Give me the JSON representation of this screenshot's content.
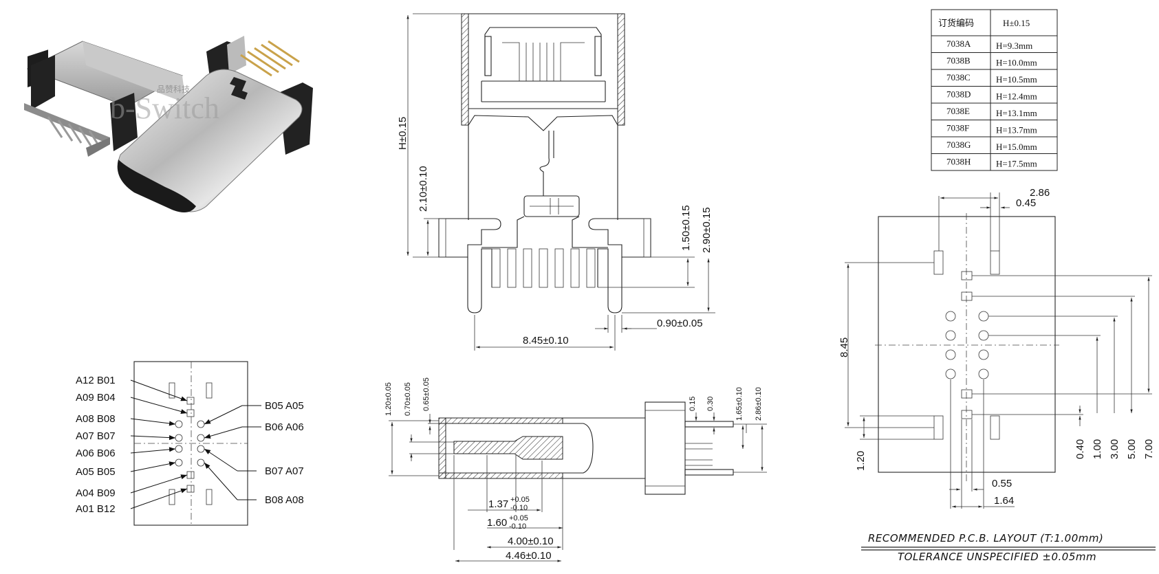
{
  "photo": {
    "brand_overlay": "b-Switch",
    "brand_cn": "品赞科技"
  },
  "order_table": {
    "header": [
      "订货编码",
      "H±0.15"
    ],
    "rows": [
      [
        "7038A",
        "H=9.3mm"
      ],
      [
        "7038B",
        "H=10.0mm"
      ],
      [
        "7038C",
        "H=10.5mm"
      ],
      [
        "7038D",
        "H=12.4mm"
      ],
      [
        "7038E",
        "H=13.1mm"
      ],
      [
        "7038F",
        "H=13.7mm"
      ],
      [
        "7038G",
        "H=15.0mm"
      ],
      [
        "7038H",
        "H=17.5mm"
      ]
    ]
  },
  "front_view": {
    "dims": {
      "height": "H±0.15",
      "d210": "2.10±0.10",
      "d150": "1.50±0.15",
      "d290": "2.90±0.15",
      "d090": "0.90±0.05",
      "d845": "8.45±0.10"
    }
  },
  "side_view": {
    "dims": {
      "d120": "1.20±0.05",
      "d070": "0.70±0.05",
      "d065": "0.65±0.05",
      "d015": "0.15",
      "d030": "0.30",
      "d165": "1.65±0.10",
      "d286": "2.86±0.10",
      "d137_base": "1.37",
      "d137_tol_up": "+0.05",
      "d137_tol_dn": "-0.10",
      "d160_base": "1.60",
      "d160_tol_up": "+0.05",
      "d160_tol_dn": "-0.10",
      "d400": "4.00±0.10",
      "d446": "4.46±0.10"
    }
  },
  "pinout": {
    "left": [
      "A12  B01",
      "A09  B04",
      "A08  B08",
      "A07  B07",
      "A06  B06",
      "A05  B05",
      "A04  B09",
      "A01  B12"
    ],
    "right": [
      "B05  A05",
      "B06  A06",
      "B07  A07",
      "B08  A08"
    ]
  },
  "pcb_layout": {
    "dims": {
      "d286": "2.86",
      "d045": "0.45",
      "d845": "8.45",
      "d120": "1.20",
      "d055": "0.55",
      "d164": "1.64",
      "d040": "0.40",
      "d100": "1.00",
      "d300": "3.00",
      "d500": "5.00",
      "d700": "7.00"
    },
    "title": "RECOMMENDED   P.C.B.  LAYOUT  (T:1.00mm)",
    "tolerance": "TOLERANCE  UNSPECIFIED  ±0.05mm"
  }
}
